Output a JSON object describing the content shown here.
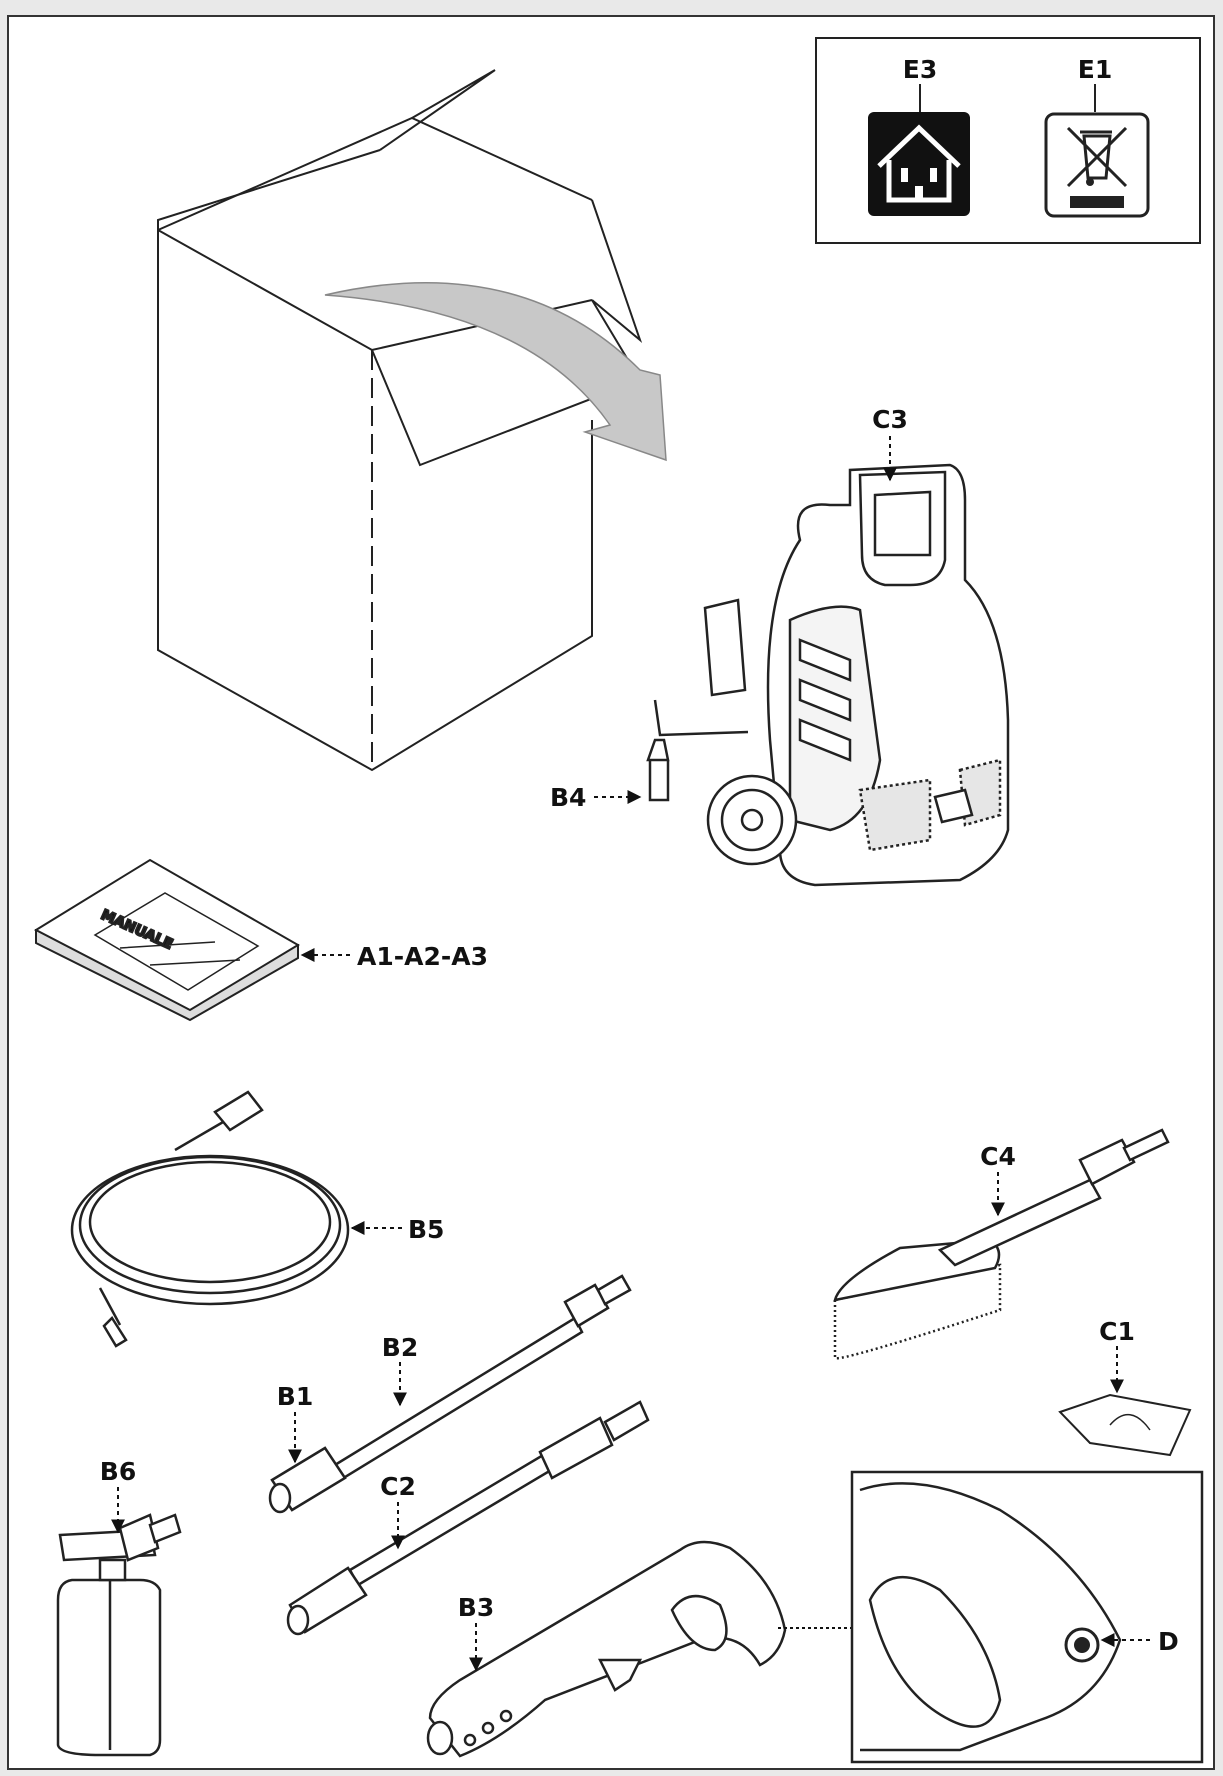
{
  "symbols": {
    "e3": {
      "label": "E3",
      "icon": "indoor-use-house-icon"
    },
    "e1": {
      "label": "E1",
      "icon": "crossed-out-wheelie-bin-icon"
    }
  },
  "labels": {
    "c3": "C3",
    "b4": "B4",
    "a": "A1-A2-A3",
    "b5": "B5",
    "c4": "C4",
    "c1": "C1",
    "b2": "B2",
    "b1": "B1",
    "b6": "B6",
    "c2": "C2",
    "b3": "B3",
    "d": "D"
  },
  "manual_cover_text": "MANUALE",
  "colors": {
    "line": "#222222",
    "arrow_fill": "#c8c8c8",
    "symbol_bg": "#111111"
  }
}
